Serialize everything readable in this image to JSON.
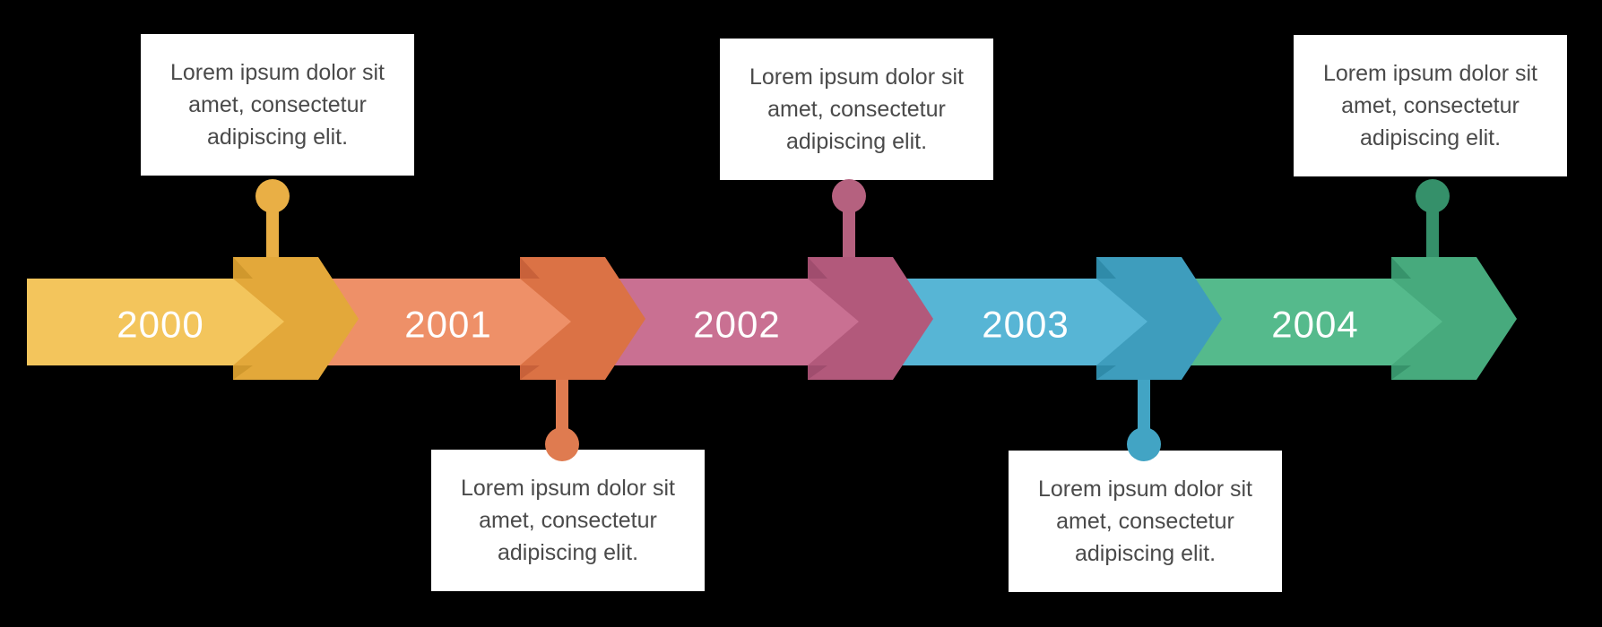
{
  "canvas": {
    "background": "#000000"
  },
  "timeline": {
    "year_text_color": "#FFFFFF",
    "note_text_color": "#4A4A4A",
    "note_background": "#FFFFFF",
    "items": [
      {
        "year": "2000",
        "side": "top",
        "colors": {
          "band": "#F3C55C",
          "chevron": "#E3A83A",
          "fold": "#D0982D",
          "connector": "#E9AF45"
        },
        "note": {
          "lines": [
            "Lorem ipsum dolor sit",
            "amet, consectetur",
            "adipiscing elit."
          ]
        }
      },
      {
        "year": "2001",
        "side": "bottom",
        "colors": {
          "band": "#EE9068",
          "chevron": "#DB7245",
          "fold": "#C8613A",
          "connector": "#DF7B50"
        },
        "note": {
          "lines": [
            "Lorem ipsum dolor sit",
            "amet, consectetur",
            "adipiscing elit."
          ]
        }
      },
      {
        "year": "2002",
        "side": "top",
        "colors": {
          "band": "#C97092",
          "chevron": "#B2597B",
          "fold": "#A04D6E",
          "connector": "#B5617F"
        },
        "note": {
          "lines": [
            "Lorem ipsum dolor sit",
            "amet, consectetur",
            "adipiscing elit."
          ]
        }
      },
      {
        "year": "2003",
        "side": "bottom",
        "colors": {
          "band": "#57B5D5",
          "chevron": "#3E9DBD",
          "fold": "#2F8BA9",
          "connector": "#42A4C4"
        },
        "note": {
          "lines": [
            "Lorem ipsum dolor sit",
            "amet, consectetur",
            "adipiscing elit."
          ]
        }
      },
      {
        "year": "2004",
        "side": "top",
        "colors": {
          "band": "#55BA8C",
          "chevron": "#47AA7D",
          "fold": "#37936B",
          "connector": "#35906A"
        },
        "note": {
          "lines": [
            "Lorem ipsum dolor sit",
            "amet, consectetur",
            "adipiscing elit."
          ]
        }
      }
    ]
  }
}
